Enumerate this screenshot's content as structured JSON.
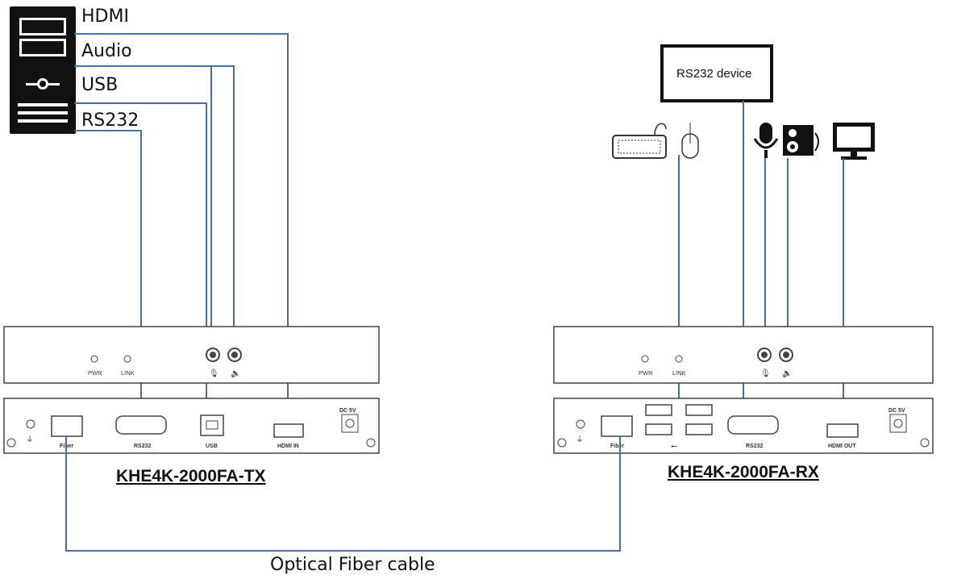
{
  "pc_ports": {
    "hdmi": "HDMI",
    "audio": "Audio",
    "usb": "USB",
    "rs232": "RS232"
  },
  "rs232_device": "RS232 device",
  "tx": {
    "model": "KHE4K-2000FA-TX",
    "front": {
      "pwr": "PWR",
      "link": "LINK"
    },
    "rear": {
      "fiber": "Fiber",
      "rs232": "RS232",
      "usb": "USB",
      "hdmi": "HDMI IN",
      "dc": "DC 5V"
    }
  },
  "rx": {
    "model": "KHE4K-2000FA-RX",
    "front": {
      "pwr": "PWR",
      "link": "LINK"
    },
    "rear": {
      "fiber": "Fiber",
      "rs232": "RS232",
      "hdmi": "HDMI OUT",
      "dc": "DC 5V"
    }
  },
  "cable_label": "Optical Fiber cable",
  "colors": {
    "wire": "#4a6fa5",
    "device_outline": "#444444"
  },
  "icons": [
    "computer-tower-icon",
    "keyboard-icon",
    "mouse-icon",
    "microphone-icon",
    "speaker-icon",
    "monitor-icon"
  ]
}
